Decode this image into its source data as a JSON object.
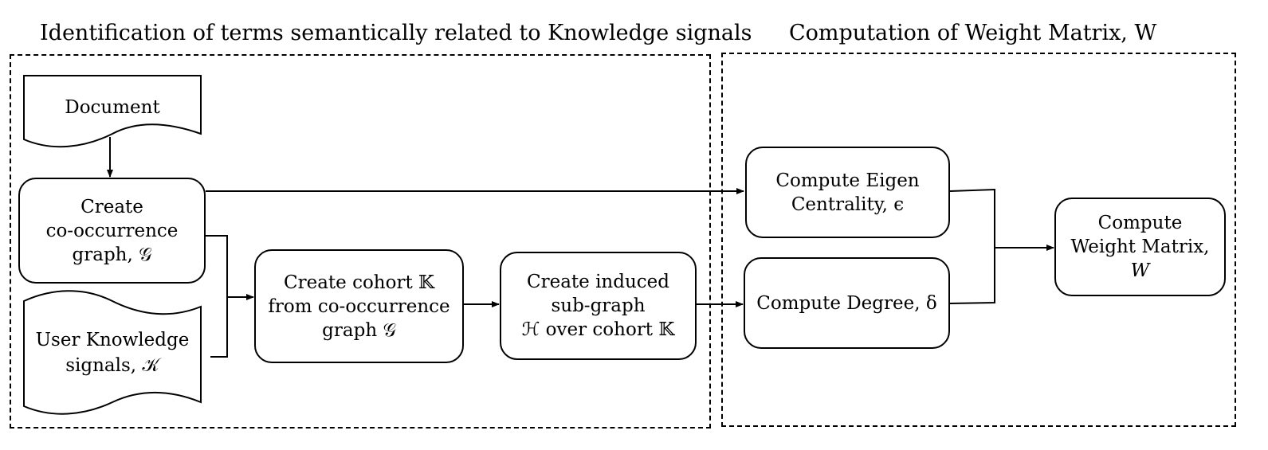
{
  "sections": {
    "left_title": "Identification of terms semantically related to Knowledge signals",
    "right_title": "Computation of Weight Matrix, W"
  },
  "nodes": {
    "document": {
      "lines": [
        "Document"
      ]
    },
    "create_graph": {
      "lines": [
        "Create",
        "co-occurrence",
        "graph, 𝒢"
      ]
    },
    "user_signals": {
      "lines": [
        "User Knowledge",
        "signals, 𝒦"
      ]
    },
    "create_cohort": {
      "lines": [
        "Create cohort 𝕂",
        "from co-occurrence",
        "graph 𝒢"
      ]
    },
    "induced_subgraph": {
      "lines": [
        "Create induced",
        "sub-graph",
        "ℋ  over cohort 𝕂"
      ]
    },
    "eigen_centrality": {
      "lines": [
        "Compute Eigen",
        "Centrality, ϵ"
      ]
    },
    "degree": {
      "lines": [
        "Compute Degree, δ"
      ]
    },
    "weight_matrix": {
      "lines": [
        "Compute",
        "Weight Matrix,",
        "W"
      ]
    }
  }
}
